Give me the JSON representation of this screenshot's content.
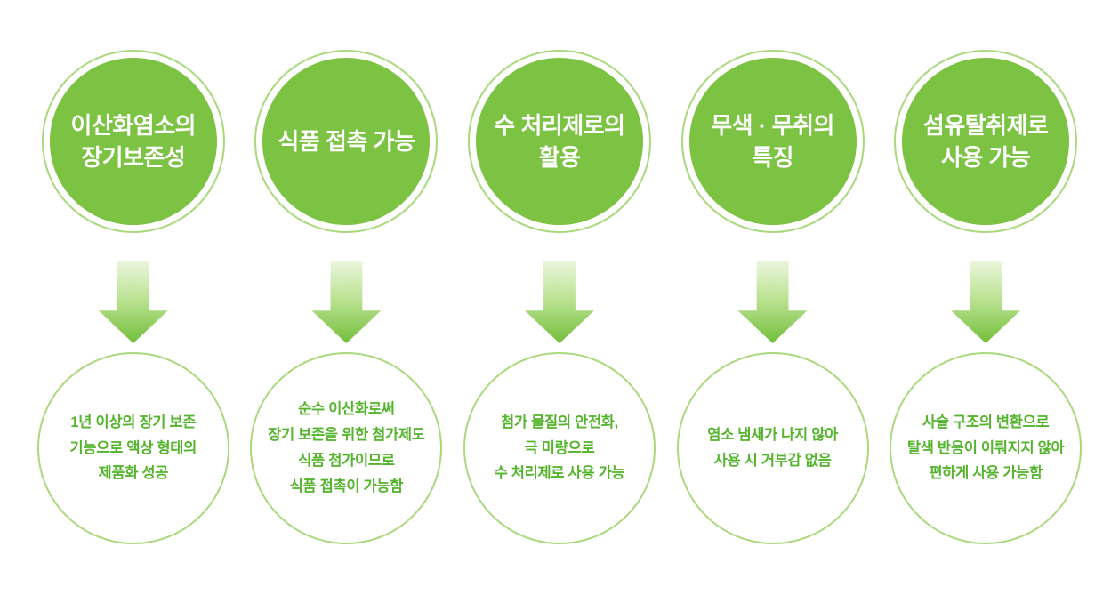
{
  "colors": {
    "green": "#7cc344",
    "ring": "#a9d97c",
    "arrow_top": "#eaf6dc",
    "arrow_mid": "#b7e08c",
    "arrow_bottom": "#72be3a",
    "text_green": "#54b52d",
    "bg": "#ffffff"
  },
  "columns": [
    {
      "title": "이산화염소의\n장기보존성",
      "description": "1년 이상의 장기 보존\n기능으로 액상 형태의\n제품화 성공"
    },
    {
      "title": "식품 접촉 가능",
      "description": "순수 이산화로써\n장기 보존을 위한 첨가제도\n식품 첨가이므로\n식품 접촉이 가능함"
    },
    {
      "title": "수 처리제로의\n활용",
      "description": "첨가 물질의 안전화,\n극 미량으로\n수 처리제로 사용 가능"
    },
    {
      "title": "무색 · 무취의\n특징",
      "description": "염소 냄새가 나지 않아\n사용 시 거부감 없음"
    },
    {
      "title": "섬유탈취제로\n사용 가능",
      "description": "사슬 구조의 변환으로\n탈색 반응이 이뤄지지 않아\n편하게 사용 가능함"
    }
  ]
}
